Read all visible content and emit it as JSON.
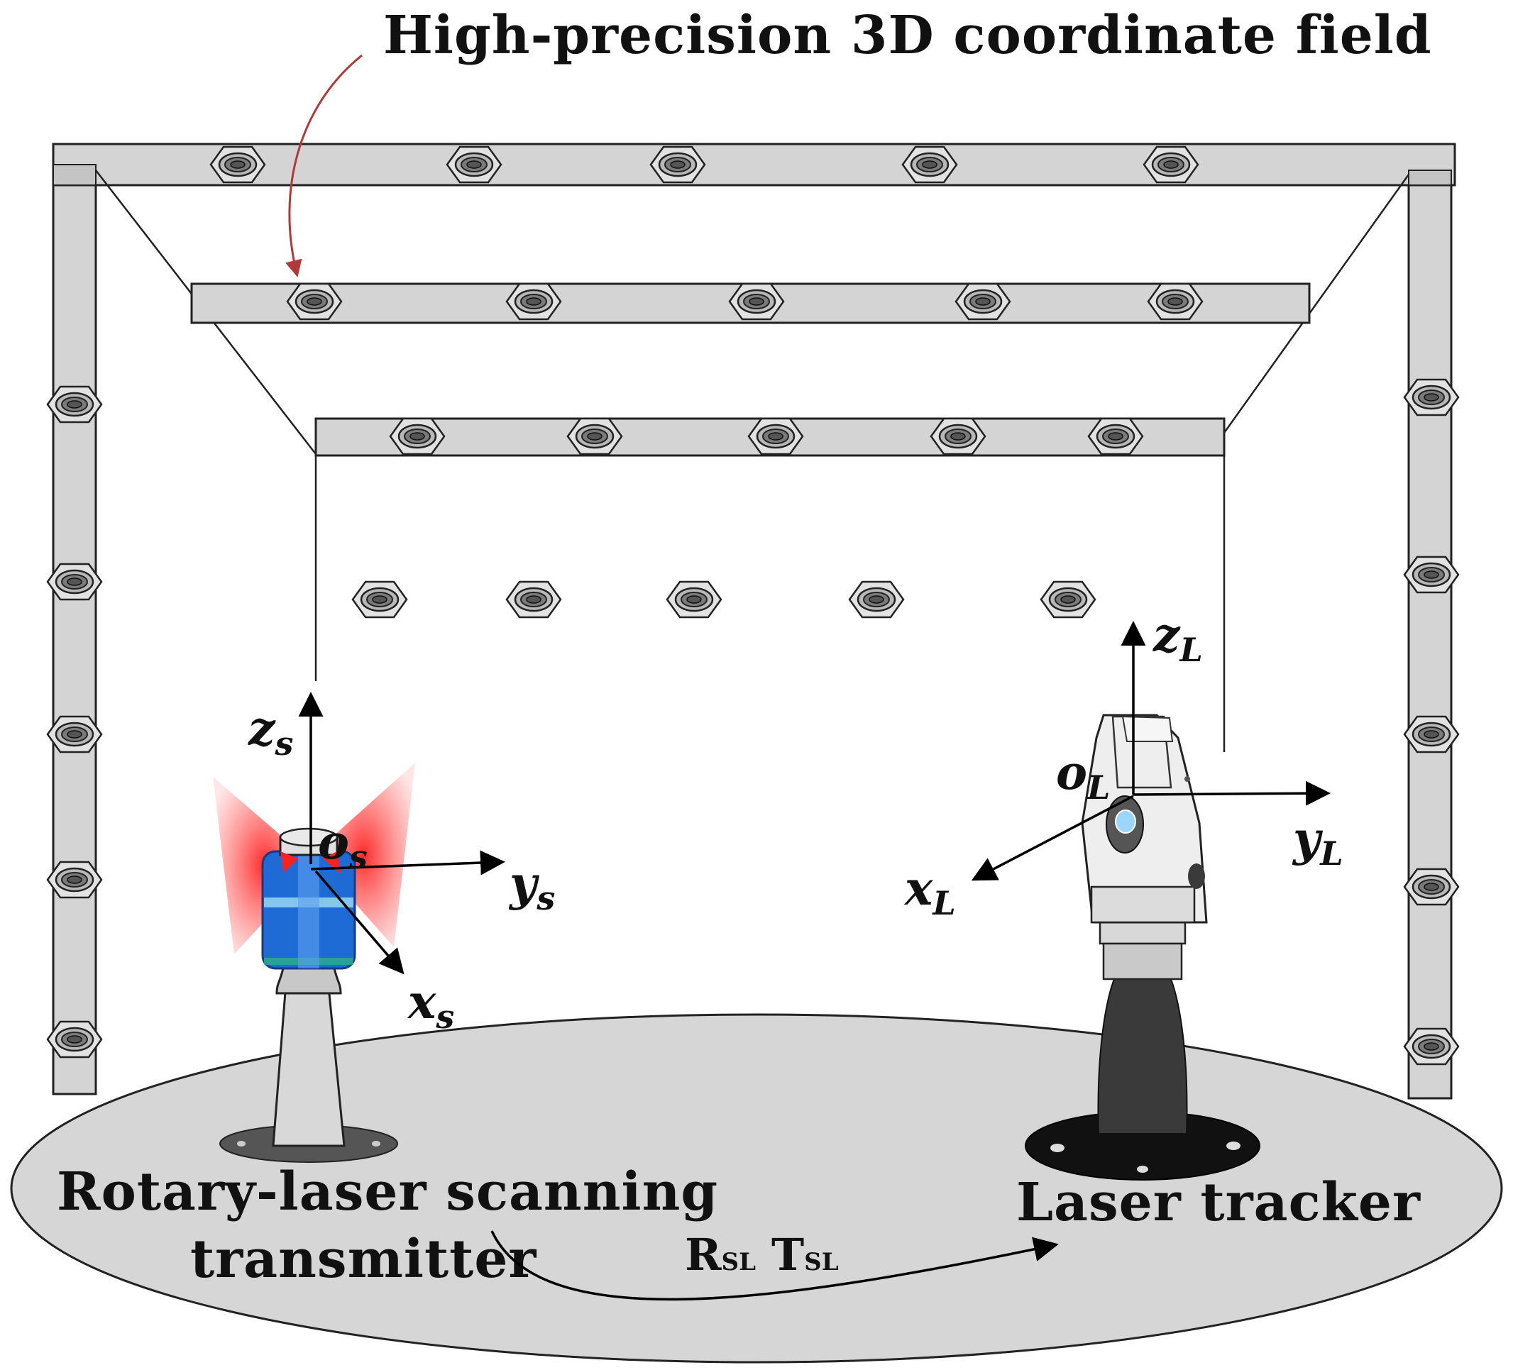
{
  "title": "High-precision 3D coordinate field",
  "transmitter_label": [
    "Rotary-laser scanning",
    "transmitter"
  ],
  "tracker_label": "Laser tracker",
  "transform": {
    "r": "R",
    "r_sub": "SL",
    "t": "T",
    "t_sub": "SL"
  },
  "axes": {
    "transmitter": {
      "z": "z",
      "z_sub": "s",
      "y": "y",
      "y_sub": "s",
      "x": "x",
      "x_sub": "s",
      "o": "o",
      "o_sub": "s"
    },
    "tracker": {
      "z": "z",
      "z_sub": "L",
      "y": "y",
      "y_sub": "L",
      "x": "x",
      "x_sub": "L",
      "o": "o",
      "o_sub": "L"
    }
  },
  "colors": {
    "frame_fill": "#d4d4d4",
    "floor_fill": "#d6d6d6",
    "arrow_red": "#b03a3a",
    "transmitter_blue": "#1f6bd6",
    "laser_red": "#ff3030",
    "tracker_dark": "#3a3a3a"
  }
}
